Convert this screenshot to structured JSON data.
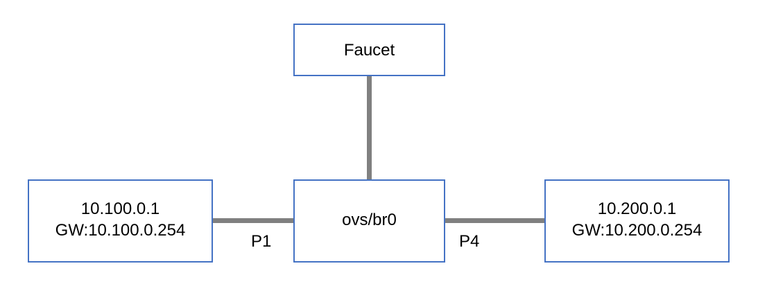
{
  "diagram": {
    "nodes": {
      "controller": {
        "label": "Faucet"
      },
      "switch": {
        "label": "ovs/br0"
      },
      "host1": {
        "ip": "10.100.0.1",
        "gateway": "GW:10.100.0.254"
      },
      "host2": {
        "ip": "10.200.0.1",
        "gateway": "GW:10.200.0.254"
      }
    },
    "links": [
      {
        "from": "controller",
        "to": "switch",
        "label": ""
      },
      {
        "from": "host1",
        "to": "switch",
        "label": "P1"
      },
      {
        "from": "switch",
        "to": "host2",
        "label": "P4"
      }
    ],
    "colors": {
      "box_border": "#4472c4",
      "link": "#808080",
      "text": "#000000",
      "background": "#ffffff"
    }
  }
}
